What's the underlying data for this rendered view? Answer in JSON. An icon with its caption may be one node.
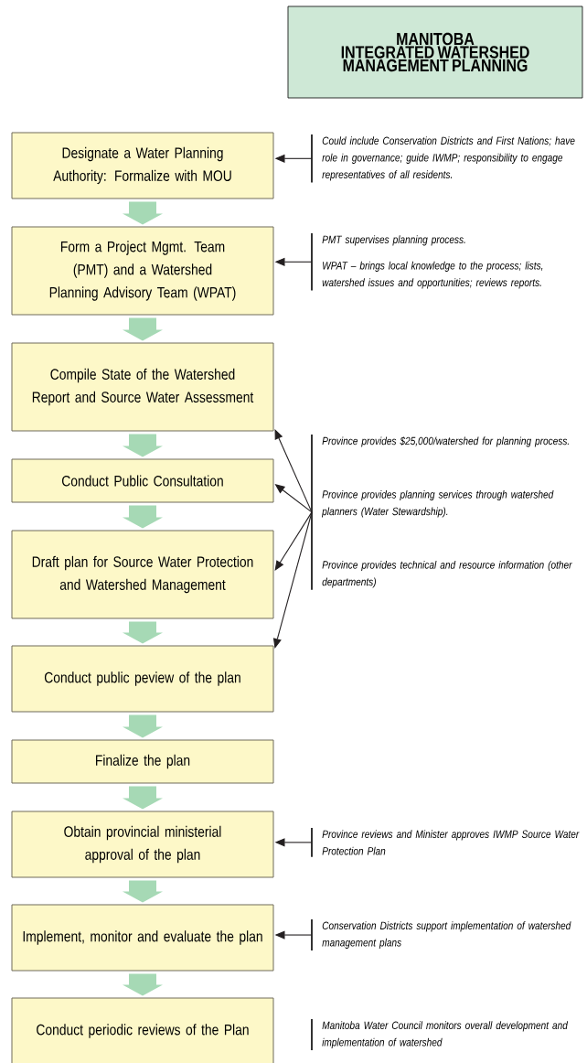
{
  "diagram": {
    "nodes": [
      {
        "text": [
          "MANITOBA",
          "INTEGRATED WATERSHED MANAGEMENT PLANNING"
        ]
      },
      {
        "text": [
          "Designate a Water Planning Authority: Formalize with MOU"
        ]
      },
      {
        "text": [
          "Form a Project Mgmt. Team (PMT) and a Watershed Planning Advisory Team (WPAT)"
        ]
      },
      {
        "text": [
          "Compile State of the Watershed Report and Source Water Assessment"
        ]
      },
      {
        "text": [
          "Conduct Public Consultation"
        ]
      },
      {
        "text": [
          "Draft plan for Source Water Protection and Watershed Management"
        ]
      },
      {
        "text": [
          "Conduct public peview of the plan"
        ]
      },
      {
        "text": [
          "Finalize the plan"
        ]
      },
      {
        "text": [
          "Obtain provincial ministerial approval of the plan"
        ]
      },
      {
        "text": [
          "Implement, monitor and evaluate the plan"
        ]
      },
      {
        "text": [
          "Conduct periodic reviews of the Plan"
        ]
      },
      {
        "text": [
          "Could include Conservation Districts and First Nations; have role in governance; guide IWMP; responsibility to engage representatives of all residents."
        ]
      },
      {
        "text": [
          "PMT supervises planning process.",
          "WPAT – brings local knowledge to the process; lists, watershed issues and opportunities; reviews reports."
        ]
      },
      {
        "text": [
          "Province provides $25,000/watershed for planning process.",
          "Province provides planning services through watershed planners (Water Stewardship).",
          "Province provides technical and resource information (other departments)"
        ]
      },
      {
        "text": [
          "Province reviews and Minister approves IWMP Source Water Protection Plan"
        ]
      },
      {
        "text": [
          "Conservation Districts support implementation of watershed management plans"
        ]
      }
    ],
    "edges": [
      {
        "from": 1,
        "to": 2,
        "arrow": "to"
      },
      {
        "from": 2,
        "to": 3,
        "arrow": "to"
      },
      {
        "from": 3,
        "to": 4,
        "arrow": "to"
      },
      {
        "from": 4,
        "to": 5,
        "arrow": "to"
      },
      {
        "from": 5,
        "to": 6,
        "arrow": "to"
      },
      {
        "from": 6,
        "to": 7,
        "arrow": "to"
      },
      {
        "from": 7,
        "to": 8,
        "arrow": "to"
      },
      {
        "from": 8,
        "to": 9,
        "arrow": "to"
      },
      {
        "from": 9,
        "to": 10,
        "arrow": "to"
      },
      {
        "from": 11,
        "to": 1,
        "arrow": "to",
        "color": "#231f20"
      },
      {
        "from": 12,
        "to": 2,
        "arrow": "to",
        "color": "#231f20"
      },
      {
        "from": 13,
        "to": 3,
        "arrow": "to",
        "color": "#231f20"
      },
      {
        "from": 13,
        "to": 4,
        "arrow": "to",
        "color": "#231f20"
      },
      {
        "from": 13,
        "to": 5,
        "arrow": "to",
        "color": "#231f20"
      },
      {
        "from": 13,
        "to": 6,
        "arrow": "to",
        "color": "#231f20"
      },
      {
        "from": 14,
        "to": 8,
        "arrow": "to",
        "color": "#231f20"
      },
      {
        "from": 15,
        "to": 9,
        "arrow": "to",
        "color": "#231f20"
      }
    ],
    "labels": [
      "Manitoba Water Council monitors overall development and implementation of watershed"
    ]
  }
}
